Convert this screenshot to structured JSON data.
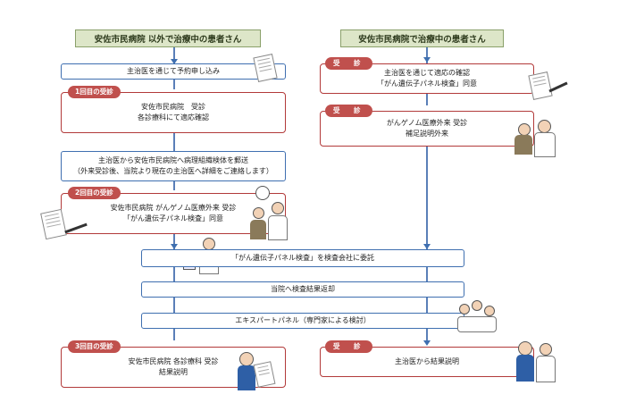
{
  "left_header": "安佐市民病院 以外で治療中の患者さん",
  "right_header": "安佐市民病院で治療中の患者さん",
  "left": {
    "reserve": "主治医を通じて予約申し込み",
    "visit1_tag": "1回目の受診",
    "visit1_line1": "安佐市民病院　受診",
    "visit1_line2": "各診療科にて適応確認",
    "send_line1": "主治医から安佐市民病院へ病理組織検体を郵送",
    "send_line2": "（外来受診後、当院より現在の主治医へ詳細をご連絡します）",
    "visit2_tag": "2回目の受診",
    "visit2_line1": "安佐市民病院 がんゲノム医療外来  受診",
    "visit2_line2": "「がん遺伝子パネル検査」同意",
    "visit3_tag": "3回目の受診",
    "visit3_line1": "安佐市民病院 各診療科  受診",
    "visit3_line2": "結果説明"
  },
  "right": {
    "tag_a": "受　診",
    "a_line1": "主治医を通じて適応の確認",
    "a_line2": "「がん遺伝子パネル検査」同意",
    "tag_b": "受　診",
    "b_line1": "がんゲノム医療外来  受診",
    "b_line2": "補足説明外来",
    "tag_c": "受　診",
    "c_line1": "主治医から結果説明"
  },
  "common": {
    "commission": "「がん遺伝子パネル検査」を検査会社に委託",
    "return": "当院へ検査結果返却",
    "expert": "エキスパートパネル（専門家による検討）"
  },
  "colors": {
    "blue": "#3f6fb0",
    "red": "#b23a3a",
    "header_bg": "#dde6c8"
  }
}
